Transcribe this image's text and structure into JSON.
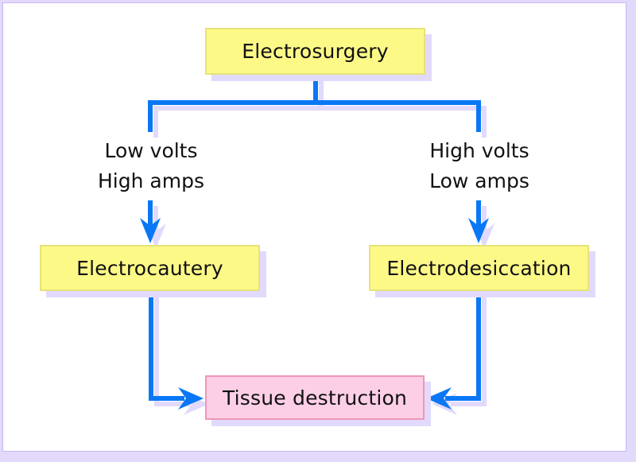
{
  "diagram": {
    "type": "flowchart",
    "root": {
      "id": "electrosurgery",
      "label": "Electrosurgery"
    },
    "branches": [
      {
        "side": "left",
        "conditions": [
          "Low volts",
          "High amps"
        ],
        "node": {
          "id": "electrocautery",
          "label": "Electrocautery"
        }
      },
      {
        "side": "right",
        "conditions": [
          "High volts",
          "Low amps"
        ],
        "node": {
          "id": "electrodesiccation",
          "label": "Electrodesiccation"
        }
      }
    ],
    "outcome": {
      "id": "tissue-destruction",
      "label": "Tissue destruction"
    },
    "edges": [
      {
        "from": "Electrosurgery",
        "to": "Electrocautery",
        "label": "Low volts / High amps"
      },
      {
        "from": "Electrosurgery",
        "to": "Electrodesiccation",
        "label": "High volts / Low amps"
      },
      {
        "from": "Electrocautery",
        "to": "Tissue destruction"
      },
      {
        "from": "Electrodesiccation",
        "to": "Tissue destruction"
      }
    ]
  },
  "colors": {
    "connector": "#0a78f5",
    "connector_shadow": "#e2dafc",
    "process_box_fill": "#fdf987",
    "outcome_box_fill": "#fccfe6",
    "frame": "#e2d9fb"
  }
}
